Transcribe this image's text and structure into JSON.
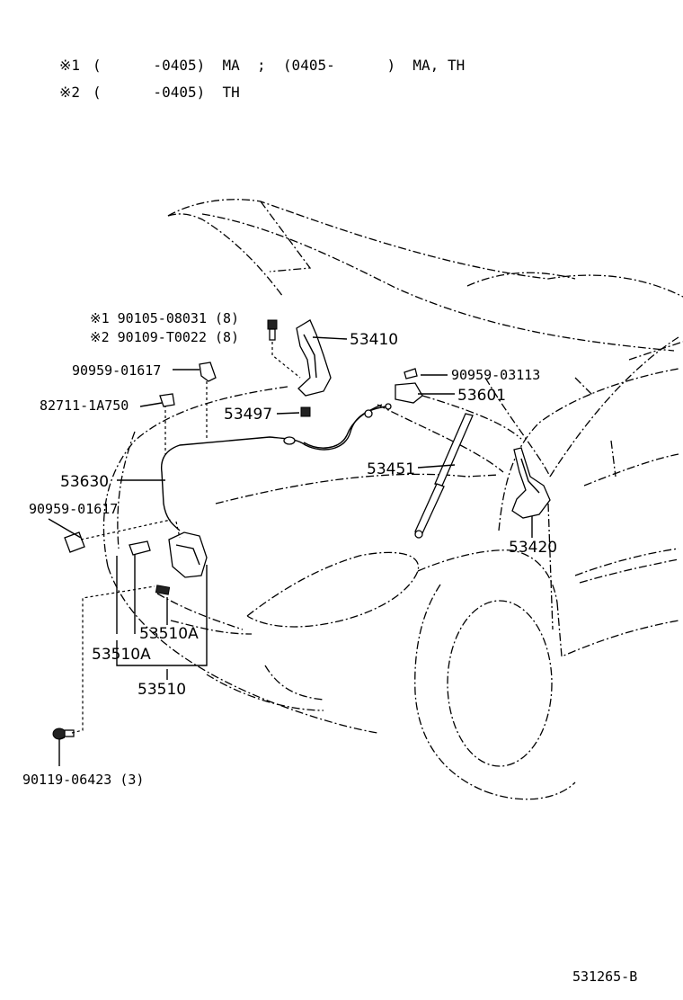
{
  "legend": [
    {
      "mark": "※1",
      "text": "(      -0405)  MA  ;  (0405-      )  MA, TH"
    },
    {
      "mark": "※2",
      "text": "(      -0405)  TH"
    }
  ],
  "callouts": {
    "p90105": "※1 90105-08031 (8)",
    "p90109": "※2 90109-T0022 (8)",
    "p53410": "53410",
    "p90959a": "90959-01617",
    "p82711": "82711-1A750",
    "p53497": "53497",
    "p90959b": "90959-03113",
    "p53601": "53601",
    "p53451": "53451",
    "p53630": "53630",
    "p90959c": "90959-01617",
    "p53420": "53420",
    "p53510a1": "53510A",
    "p53510a2": "53510A",
    "p53510": "53510",
    "p90119": "90119-06423 (3)"
  },
  "figure_code": "531265-B"
}
